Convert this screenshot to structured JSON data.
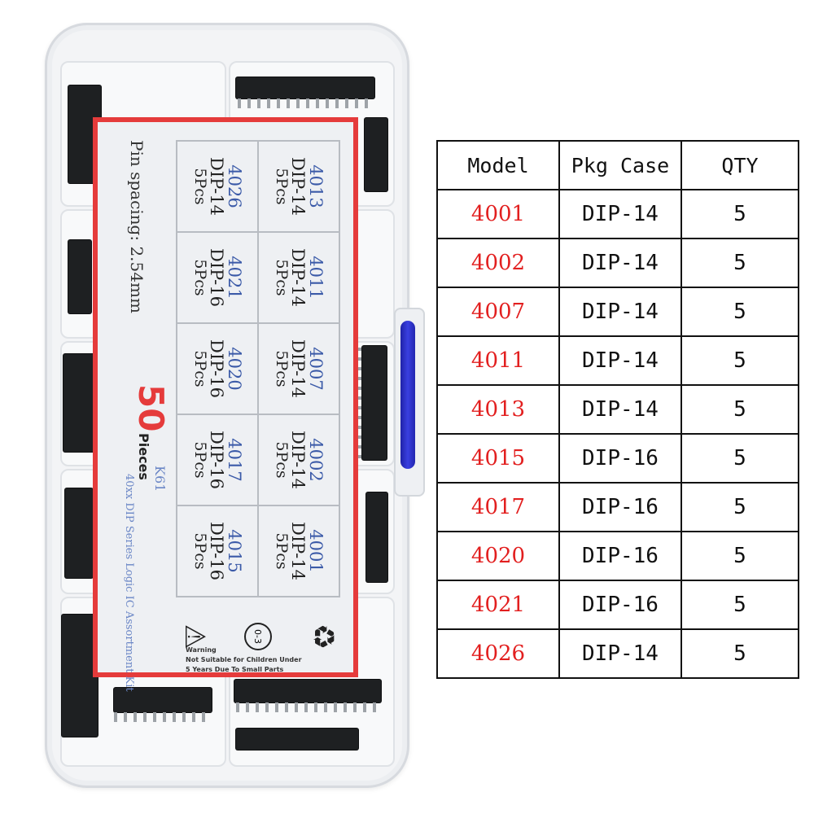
{
  "label": {
    "cells": [
      {
        "model": "4013",
        "pkg": "DIP-14",
        "qty": "5Pcs"
      },
      {
        "model": "4011",
        "pkg": "DIP-14",
        "qty": "5Pcs"
      },
      {
        "model": "4007",
        "pkg": "DIP-14",
        "qty": "5Pcs"
      },
      {
        "model": "4002",
        "pkg": "DIP-14",
        "qty": "5Pcs"
      },
      {
        "model": "4001",
        "pkg": "DIP-14",
        "qty": "5Pcs"
      },
      {
        "model": "4026",
        "pkg": "DIP-14",
        "qty": "5Pcs"
      },
      {
        "model": "4021",
        "pkg": "DIP-16",
        "qty": "5Pcs"
      },
      {
        "model": "4020",
        "pkg": "DIP-16",
        "qty": "5Pcs"
      },
      {
        "model": "4017",
        "pkg": "DIP-16",
        "qty": "5Pcs"
      },
      {
        "model": "4015",
        "pkg": "DIP-16",
        "qty": "5Pcs"
      }
    ],
    "pin_spacing": "Pin spacing: 2.54mm",
    "count": "50",
    "count_unit": "Pieces",
    "kit_code": "K61",
    "kit_description": "40xx DIP Series Logic IC Assortment Kit",
    "warning_title": "Warning",
    "warning_line1": "Not Suitable for Children Under",
    "warning_line2": "5 Years Due To Small Parts",
    "age_mark": "0-3",
    "recycle_icon": "recycle-icon",
    "warning_icon": "warning-triangle-icon"
  },
  "table": {
    "headers": [
      "Model",
      "Pkg Case",
      "QTY"
    ],
    "rows": [
      {
        "model": "4001",
        "pkg": "DIP-14",
        "qty": "5"
      },
      {
        "model": "4002",
        "pkg": "DIP-14",
        "qty": "5"
      },
      {
        "model": "4007",
        "pkg": "DIP-14",
        "qty": "5"
      },
      {
        "model": "4011",
        "pkg": "DIP-14",
        "qty": "5"
      },
      {
        "model": "4013",
        "pkg": "DIP-14",
        "qty": "5"
      },
      {
        "model": "4015",
        "pkg": "DIP-16",
        "qty": "5"
      },
      {
        "model": "4017",
        "pkg": "DIP-16",
        "qty": "5"
      },
      {
        "model": "4020",
        "pkg": "DIP-16",
        "qty": "5"
      },
      {
        "model": "4021",
        "pkg": "DIP-16",
        "qty": "5"
      },
      {
        "model": "4026",
        "pkg": "DIP-14",
        "qty": "5"
      }
    ]
  },
  "colors": {
    "model_text": "#e21f1f",
    "label_border": "#e53b3b",
    "label_model": "#3b5aa8",
    "latch": "#3a3fe0"
  }
}
